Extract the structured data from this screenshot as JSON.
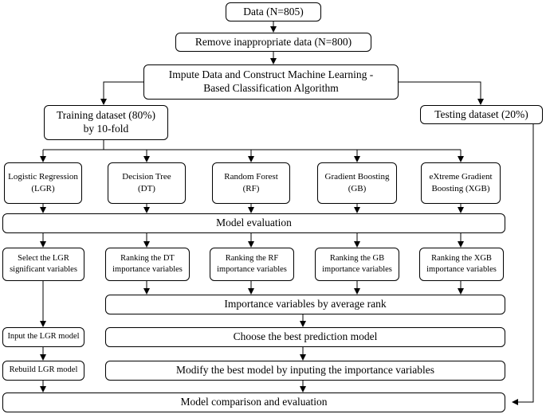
{
  "nodes": {
    "data": "Data (N=805)",
    "remove": "Remove inappropriate data (N=800)",
    "impute": "Impute Data and Construct Machine Learning -\nBased Classification Algorithm",
    "training": "Training dataset (80%)\nby 10-fold",
    "testing": "Testing dataset (20%)",
    "lgr": "Logistic Regression\n(LGR)",
    "dt": "Decision Tree\n(DT)",
    "rf": "Random Forest\n(RF)",
    "gb": "Gradient Boosting\n(GB)",
    "xgb": "eXtreme Gradient\nBoosting (XGB)",
    "model_eval": "Model evaluation",
    "select_lgr": "Select the LGR\nsignificant variables",
    "rank_dt": "Ranking the DT\nimportance variables",
    "rank_rf": "Ranking the RF\nimportance variables",
    "rank_gb": "Ranking the GB\nimportance variables",
    "rank_xgb": "Ranking the XGB\nimportance variables",
    "avg_rank": "Importance variables by average rank",
    "input_lgr": "Input the LGR model",
    "choose_best": "Choose the best prediction model",
    "rebuild_lgr": "Rebuild LGR model",
    "modify_best": "Modify the best model by inputing the importance variables",
    "comparison": "Model comparison and evaluation"
  }
}
